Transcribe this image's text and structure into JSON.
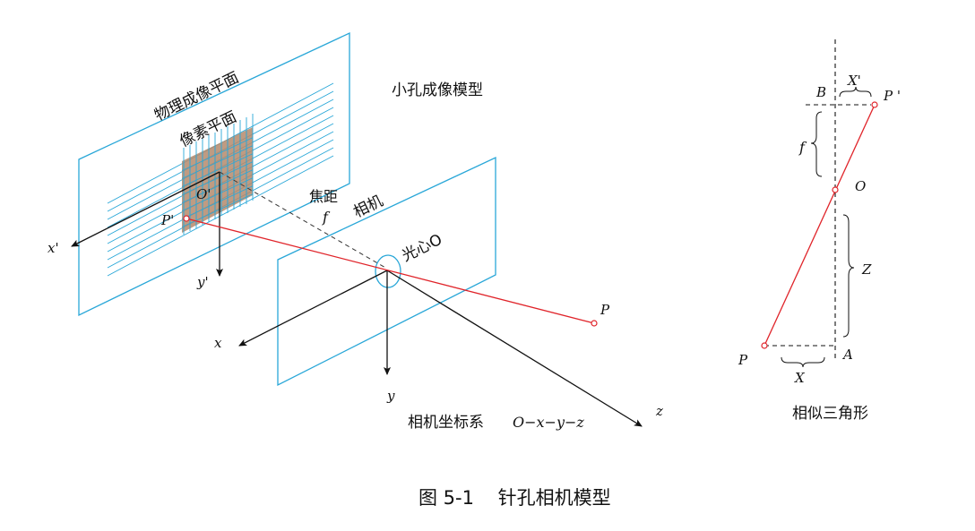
{
  "figure": {
    "caption": "图 5-1    针孔相机模型"
  },
  "pinhole_view": {
    "title": "小孔成像模型",
    "physical_plane_label": "物理成像平面",
    "pixel_plane_label": "像素平面",
    "principal_point_label": "O'",
    "image_point_label": "P'",
    "focal_label": "焦距",
    "focal_symbol": "f",
    "camera_label": "相机",
    "optical_center_label": "光心O",
    "world_point_label": "P",
    "image_axis_x_label": "x'",
    "image_axis_y_label": "y'",
    "camera_axis_x_label": "x",
    "camera_axis_y_label": "y",
    "camera_axis_z_label": "z",
    "camera_frame_prefix": "相机坐标系",
    "camera_frame_symbol": "O−x−y−z"
  },
  "similar_triangles_view": {
    "title": "相似三角形",
    "B_label": "B",
    "Xprime_label": "X'",
    "Pprime_label": "P '",
    "f_label": "f",
    "O_label": "O",
    "Z_label": "Z",
    "P_label": "P",
    "A_label": "A",
    "X_label": "X"
  },
  "colors": {
    "plane": "#29a7d8",
    "ray": "#e0242a",
    "sensor_fill": "#b48a6c",
    "axes": "#111111"
  }
}
